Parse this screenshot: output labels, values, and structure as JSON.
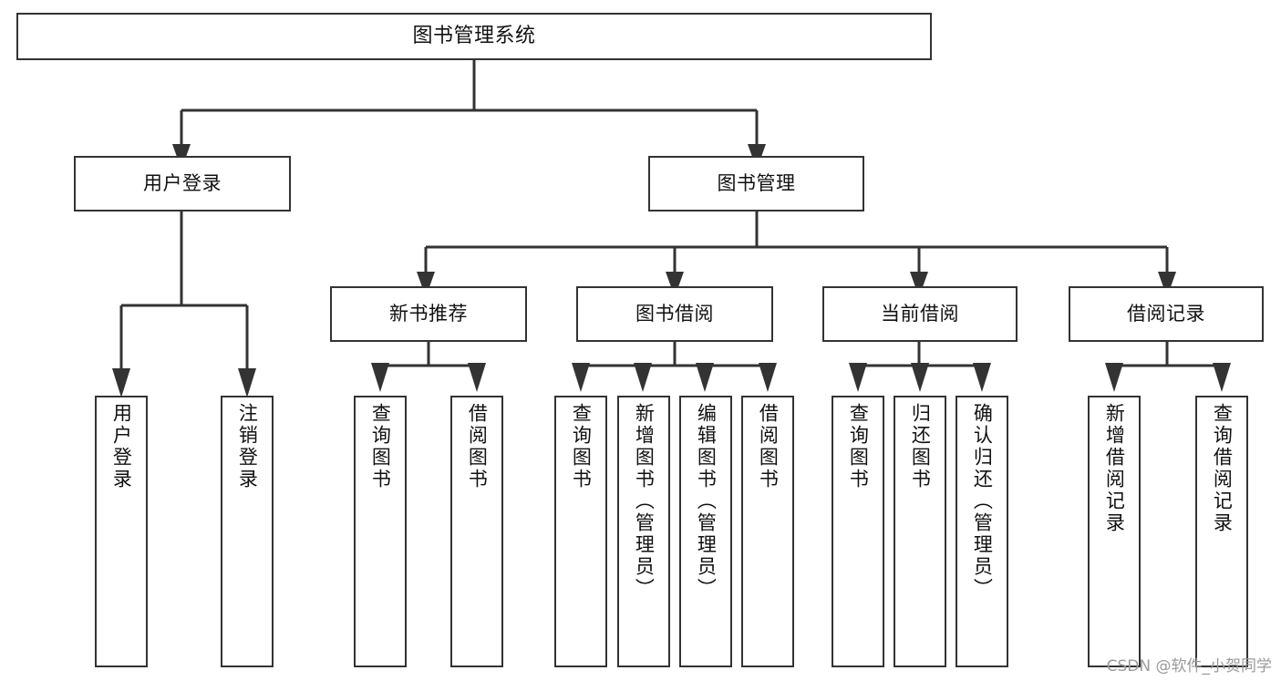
{
  "diagram": {
    "title": "图书管理系统",
    "type": "tree-hierarchy",
    "colors": {
      "box_border": "#333333",
      "box_fill": "#ffffff",
      "connector": "#333333",
      "text": "#111111",
      "watermark": "#9a9a9a"
    },
    "root": {
      "label": "图书管理系统"
    },
    "level2": [
      {
        "label": "用户登录"
      },
      {
        "label": "图书管理"
      }
    ],
    "level3": [
      {
        "label": "新书推荐"
      },
      {
        "label": "图书借阅"
      },
      {
        "label": "当前借阅"
      },
      {
        "label": "借阅记录"
      }
    ],
    "leaves": {
      "user_login": [
        {
          "label": "用户登录"
        },
        {
          "label": "注销登录"
        }
      ],
      "new_book_recommend": [
        {
          "label": "查询图书"
        },
        {
          "label": "借阅图书"
        }
      ],
      "book_borrow": [
        {
          "label": "查询图书"
        },
        {
          "label": "新增图书（管理员）"
        },
        {
          "label": "编辑图书（管理员）"
        },
        {
          "label": "借阅图书"
        }
      ],
      "current_borrow": [
        {
          "label": "查询图书"
        },
        {
          "label": "归还图书"
        },
        {
          "label": "确认归还（管理员）"
        }
      ],
      "borrow_record": [
        {
          "label": "新增借阅记录"
        },
        {
          "label": "查询借阅记录"
        }
      ]
    }
  },
  "watermark": {
    "text": "CSDN @软件_小贺同学"
  }
}
